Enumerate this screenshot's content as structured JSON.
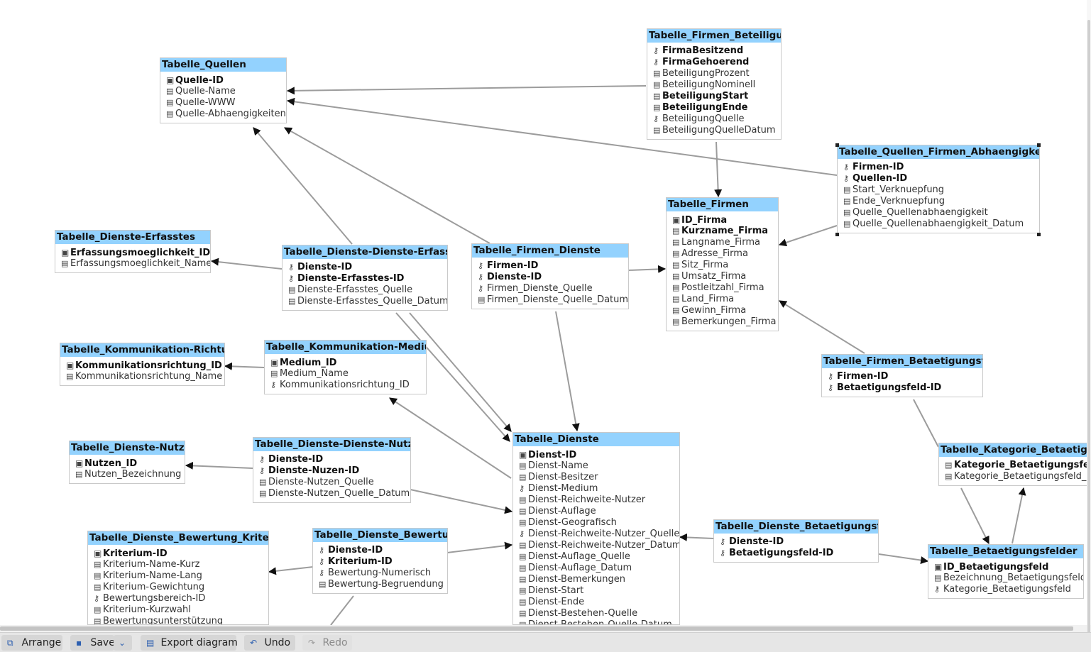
{
  "icons": {
    "pk": "▣",
    "fk": "⚷",
    "col": "▤"
  },
  "tables": [
    {
      "name": "Tabelle_Quellen",
      "fields": [
        {
          "name": "Quelle-ID",
          "icon": "pk",
          "bold": true
        },
        {
          "name": "Quelle-Name",
          "icon": "col",
          "bold": false
        },
        {
          "name": "Quelle-WWW",
          "icon": "col",
          "bold": false
        },
        {
          "name": "Quelle-Abhaengigkeiten",
          "icon": "col",
          "bold": false
        }
      ]
    },
    {
      "name": "Tabelle_Firmen_Beteiligung",
      "fields": [
        {
          "name": "FirmaBesitzend",
          "icon": "fk",
          "bold": true
        },
        {
          "name": "FirmaGehoerend",
          "icon": "fk",
          "bold": true
        },
        {
          "name": "BeteiligungProzent",
          "icon": "col",
          "bold": false
        },
        {
          "name": "BeteiligungNominell",
          "icon": "col",
          "bold": false
        },
        {
          "name": "BeteiligungStart",
          "icon": "col",
          "bold": true
        },
        {
          "name": "BeteiligungEnde",
          "icon": "col",
          "bold": true
        },
        {
          "name": "BeteiligungQuelle",
          "icon": "fk",
          "bold": false
        },
        {
          "name": "BeteiligungQuelleDatum",
          "icon": "col",
          "bold": false
        }
      ]
    },
    {
      "name": "Tabelle_Quellen_Firmen_Abhaengigkeiten",
      "fields": [
        {
          "name": "Firmen-ID",
          "icon": "fk",
          "bold": true
        },
        {
          "name": "Quellen-ID",
          "icon": "fk",
          "bold": true
        },
        {
          "name": "Start_Verknuepfung",
          "icon": "col",
          "bold": false
        },
        {
          "name": "Ende_Verknuepfung",
          "icon": "col",
          "bold": false
        },
        {
          "name": "Quelle_Quellenabhaengigkeit",
          "icon": "col",
          "bold": false
        },
        {
          "name": "Quelle_Quellenabhaengigkeit_Datum",
          "icon": "col",
          "bold": false
        }
      ]
    },
    {
      "name": "Tabelle_Firmen",
      "fields": [
        {
          "name": "ID_Firma",
          "icon": "pk",
          "bold": true
        },
        {
          "name": "Kurzname_Firma",
          "icon": "col",
          "bold": true
        },
        {
          "name": "Langname_Firma",
          "icon": "col",
          "bold": false
        },
        {
          "name": "Adresse_Firma",
          "icon": "col",
          "bold": false
        },
        {
          "name": "Sitz_Firma",
          "icon": "col",
          "bold": false
        },
        {
          "name": "Umsatz_Firma",
          "icon": "col",
          "bold": false
        },
        {
          "name": "Postleitzahl_Firma",
          "icon": "col",
          "bold": false
        },
        {
          "name": "Land_Firma",
          "icon": "col",
          "bold": false
        },
        {
          "name": "Gewinn_Firma",
          "icon": "col",
          "bold": false
        },
        {
          "name": "Bemerkungen_Firma",
          "icon": "col",
          "bold": false
        }
      ]
    },
    {
      "name": "Tabelle_Dienste-Erfasstes",
      "fields": [
        {
          "name": "Erfassungsmoeglichkeit_ID",
          "icon": "pk",
          "bold": true
        },
        {
          "name": "Erfassungsmoeglichkeit_Name",
          "icon": "col",
          "bold": false
        }
      ]
    },
    {
      "name": "Tabelle_Dienste-Dienste-Erfasstes",
      "fields": [
        {
          "name": "Dienste-ID",
          "icon": "fk",
          "bold": true
        },
        {
          "name": "Dienste-Erfasstes-ID",
          "icon": "fk",
          "bold": true
        },
        {
          "name": "Dienste-Erfasstes_Quelle",
          "icon": "col",
          "bold": false
        },
        {
          "name": "Dienste-Erfasstes_Quelle_Datum",
          "icon": "col",
          "bold": false
        }
      ]
    },
    {
      "name": "Tabelle_Firmen_Dienste",
      "fields": [
        {
          "name": "Firmen-ID",
          "icon": "fk",
          "bold": true
        },
        {
          "name": "Dienste-ID",
          "icon": "fk",
          "bold": true
        },
        {
          "name": "Firmen_Dienste_Quelle",
          "icon": "fk",
          "bold": false
        },
        {
          "name": "Firmen_Dienste_Quelle_Datum",
          "icon": "col",
          "bold": false
        }
      ]
    },
    {
      "name": "Tabelle_Kommunikation-Richtung",
      "fields": [
        {
          "name": "Kommunikationsrichtung_ID",
          "icon": "pk",
          "bold": true
        },
        {
          "name": "Kommunikationsrichtung_Name",
          "icon": "col",
          "bold": false
        }
      ]
    },
    {
      "name": "Tabelle_Kommunikation-Medium",
      "fields": [
        {
          "name": "Medium_ID",
          "icon": "pk",
          "bold": true
        },
        {
          "name": "Medium_Name",
          "icon": "col",
          "bold": false
        },
        {
          "name": "Kommunikationsrichtung_ID",
          "icon": "fk",
          "bold": false
        }
      ]
    },
    {
      "name": "Tabelle_Firmen_Betaetigungsfeld",
      "fields": [
        {
          "name": "Firmen-ID",
          "icon": "fk",
          "bold": true
        },
        {
          "name": "Betaetigungsfeld-ID",
          "icon": "fk",
          "bold": true
        }
      ]
    },
    {
      "name": "Tabelle_Dienste-Nutzen",
      "fields": [
        {
          "name": "Nutzen_ID",
          "icon": "pk",
          "bold": true
        },
        {
          "name": "Nutzen_Bezeichnung",
          "icon": "col",
          "bold": false
        }
      ]
    },
    {
      "name": "Tabelle_Dienste-Dienste-Nutzen",
      "fields": [
        {
          "name": "Dienste-ID",
          "icon": "fk",
          "bold": true
        },
        {
          "name": "Dienste-Nuzen-ID",
          "icon": "fk",
          "bold": true
        },
        {
          "name": "Dienste-Nutzen_Quelle",
          "icon": "col",
          "bold": false
        },
        {
          "name": "Dienste-Nutzen_Quelle_Datum",
          "icon": "col",
          "bold": false
        }
      ]
    },
    {
      "name": "Tabelle_Dienste",
      "fields": [
        {
          "name": "Dienst-ID",
          "icon": "pk",
          "bold": true
        },
        {
          "name": "Dienst-Name",
          "icon": "col",
          "bold": false
        },
        {
          "name": "Dienst-Besitzer",
          "icon": "col",
          "bold": false
        },
        {
          "name": "Dienst-Medium",
          "icon": "fk",
          "bold": false
        },
        {
          "name": "Dienst-Reichweite-Nutzer",
          "icon": "col",
          "bold": false
        },
        {
          "name": "Dienst-Auflage",
          "icon": "col",
          "bold": false
        },
        {
          "name": "Dienst-Geografisch",
          "icon": "col",
          "bold": false
        },
        {
          "name": "Dienst-Reichweite-Nutzer_Quelle",
          "icon": "fk",
          "bold": false
        },
        {
          "name": "Dienst-Reichweite-Nutzer_Datum",
          "icon": "col",
          "bold": false
        },
        {
          "name": "Dienst-Auflage_Quelle",
          "icon": "col",
          "bold": false
        },
        {
          "name": "Dienst-Auflage_Datum",
          "icon": "col",
          "bold": false
        },
        {
          "name": "Dienst-Bemerkungen",
          "icon": "col",
          "bold": false
        },
        {
          "name": "Dienst-Start",
          "icon": "col",
          "bold": false
        },
        {
          "name": "Dienst-Ende",
          "icon": "col",
          "bold": false
        },
        {
          "name": "Dienst-Bestehen-Quelle",
          "icon": "col",
          "bold": false
        },
        {
          "name": "Dienst-Bestehen-Quelle-Datum",
          "icon": "col",
          "bold": false
        }
      ]
    },
    {
      "name": "Tabelle_Kategorie_Betaetigungsfeld",
      "fields": [
        {
          "name": "Kategorie_Betaetigungsfeld_ID",
          "icon": "col",
          "bold": true
        },
        {
          "name": "Kategorie_Betaetigungsfeld_Name",
          "icon": "col",
          "bold": false
        }
      ]
    },
    {
      "name": "Tabelle_Dienste_Betaetigungsfeld",
      "fields": [
        {
          "name": "Dienste-ID",
          "icon": "fk",
          "bold": true
        },
        {
          "name": "Betaetigungsfeld-ID",
          "icon": "fk",
          "bold": true
        }
      ]
    },
    {
      "name": "Tabelle_Dienste_Bewertung_Kriterien",
      "fields": [
        {
          "name": "Kriterium-ID",
          "icon": "pk",
          "bold": true
        },
        {
          "name": "Kriterium-Name-Kurz",
          "icon": "col",
          "bold": false
        },
        {
          "name": "Kriterium-Name-Lang",
          "icon": "col",
          "bold": false
        },
        {
          "name": "Kriterium-Gewichtung",
          "icon": "col",
          "bold": false
        },
        {
          "name": "Bewertungsbereich-ID",
          "icon": "fk",
          "bold": false
        },
        {
          "name": "Kriterium-Kurzwahl",
          "icon": "col",
          "bold": false
        },
        {
          "name": "Bewertungsunterstützung",
          "icon": "col",
          "bold": false
        }
      ]
    },
    {
      "name": "Tabelle_Dienste_Bewertung",
      "fields": [
        {
          "name": "Dienste-ID",
          "icon": "fk",
          "bold": true
        },
        {
          "name": "Kriterium-ID",
          "icon": "fk",
          "bold": true
        },
        {
          "name": "Bewertung-Numerisch",
          "icon": "fk",
          "bold": false
        },
        {
          "name": "Bewertung-Begruendung",
          "icon": "col",
          "bold": false
        }
      ]
    },
    {
      "name": "Tabelle_Betaetigungsfelder",
      "fields": [
        {
          "name": "ID_Betaetigungsfeld",
          "icon": "pk",
          "bold": true
        },
        {
          "name": "Bezeichnung_Betaetigungsfeld",
          "icon": "col",
          "bold": false
        },
        {
          "name": "Kategorie_Betaetigungsfeld",
          "icon": "fk",
          "bold": false
        }
      ]
    }
  ],
  "toolbar": {
    "arrange": "Arrange",
    "save": "Save",
    "export": "Export diagram",
    "undo": "Undo",
    "redo": "Redo"
  }
}
